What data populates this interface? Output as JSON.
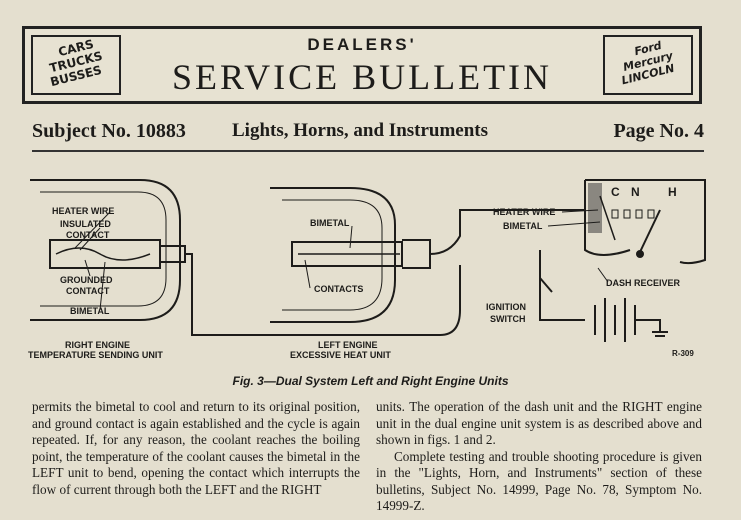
{
  "masthead": {
    "left_badge": [
      "CARS",
      "TRUCKS",
      "BUSSES"
    ],
    "right_badge": [
      "Ford",
      "Mercury",
      "LINCOLN"
    ],
    "dealers": "DEALERS'",
    "title": "SERVICE BULLETIN"
  },
  "subject": {
    "number": "Subject No. 10883",
    "topic": "Lights, Horns, and Instruments",
    "page": "Page No. 4"
  },
  "figure": {
    "labels": {
      "heater_wire_left": "HEATER WIRE",
      "insulated_contact_1": "INSULATED",
      "insulated_contact_2": "CONTACT",
      "grounded_contact_1": "GROUNDED",
      "grounded_contact_2": "CONTACT",
      "bimetal_left": "BIMETAL",
      "bimetal_mid": "BIMETAL",
      "contacts_mid": "CONTACTS",
      "heater_wire_right": "HEATER WIRE",
      "bimetal_right": "BIMETAL",
      "dash_receiver": "DASH RECEIVER",
      "ignition_1": "IGNITION",
      "ignition_2": "SWITCH",
      "right_unit_1": "RIGHT ENGINE",
      "right_unit_2": "TEMPERATURE SENDING UNIT",
      "left_unit_1": "LEFT ENGINE",
      "left_unit_2": "EXCESSIVE HEAT UNIT",
      "gauge_c": "C",
      "gauge_n": "N",
      "gauge_h": "H",
      "fig_code": "R-309"
    },
    "caption": "Fig. 3—Dual System Left and Right Engine Units"
  },
  "body": {
    "left_column": "permits the bimetal to cool and return to its original position, and ground contact is again established and the cycle is again repeated. If, for any reason, the coolant reaches the boiling point, the temperature of the coolant causes the bimetal in the LEFT unit to bend, opening the contact which interrupts the flow of current through both the LEFT and the RIGHT",
    "right_column_p1": "units. The operation of the dash unit and the RIGHT engine unit in the dual engine unit system is as described above and shown in figs. 1 and 2.",
    "right_column_p2": "Complete testing and trouble shooting procedure is given in the \"Lights, Horn, and Instruments\" section of these bulletins, Subject No. 14999, Page No. 78, Symptom No. 14999-Z."
  }
}
